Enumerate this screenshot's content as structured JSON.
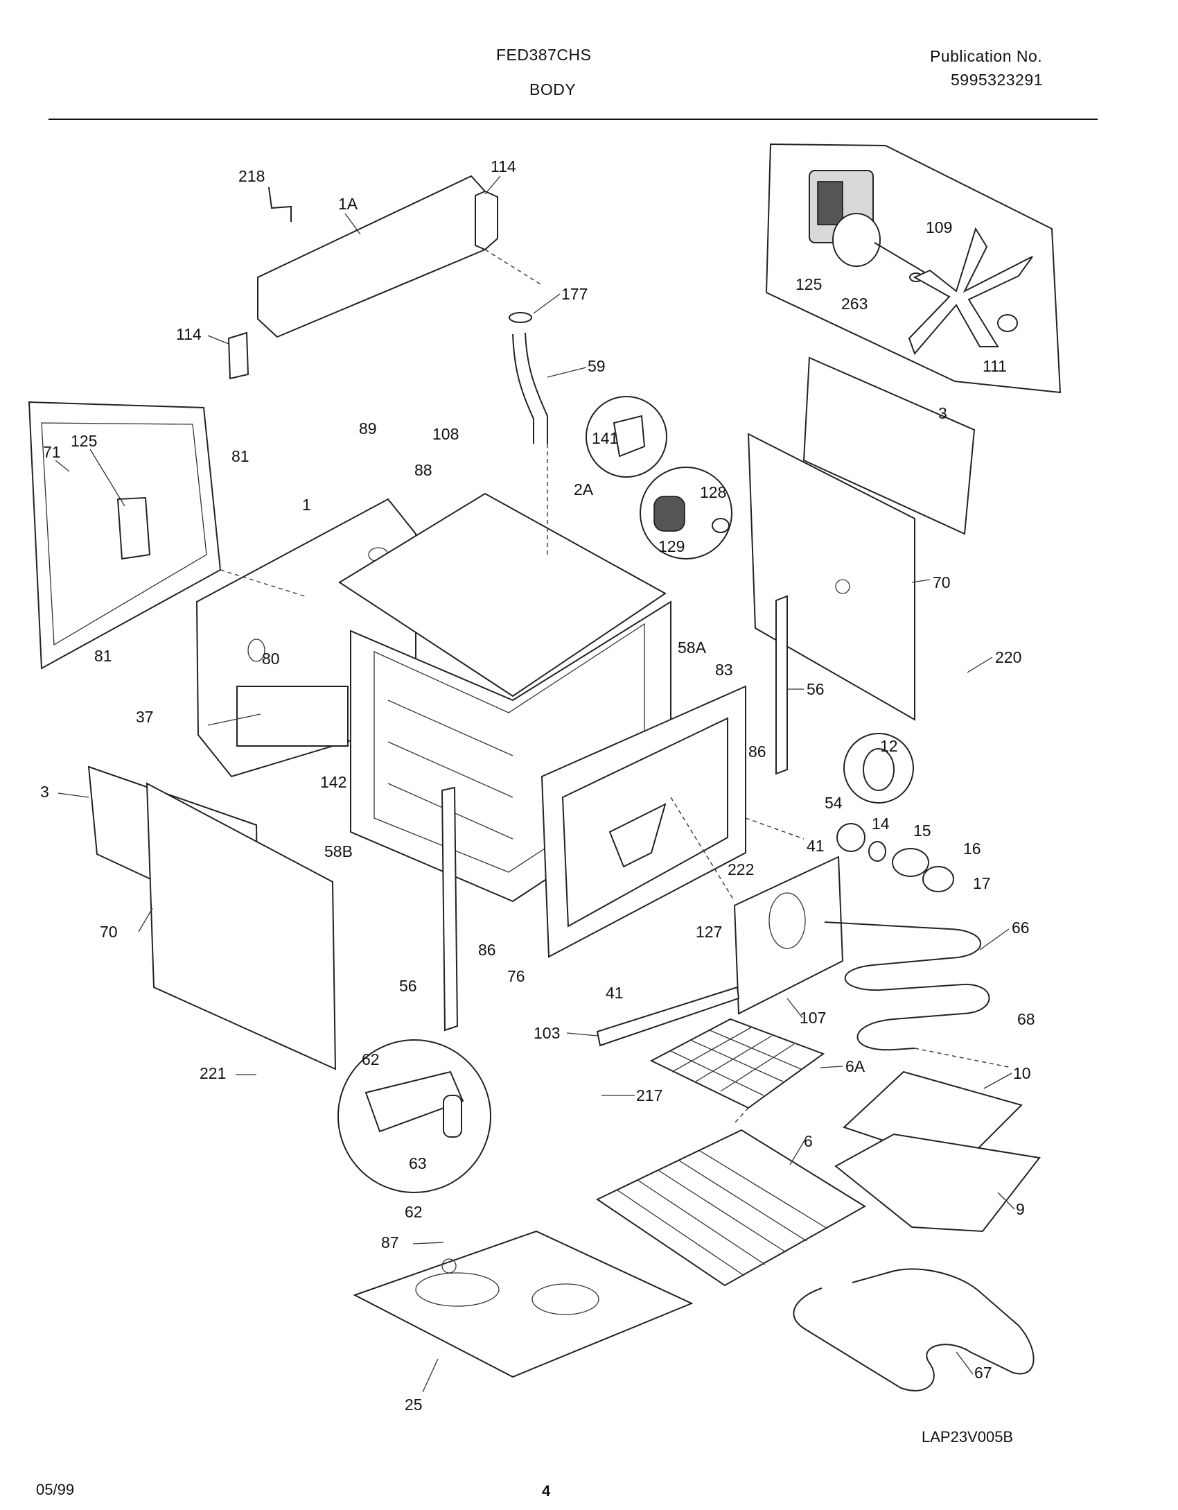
{
  "header": {
    "model": "FED387CHS",
    "section": "BODY",
    "publication_label": "Publication No.",
    "publication_number": "5995323291"
  },
  "diagram": {
    "callouts": [
      "218",
      "1A",
      "114",
      "114",
      "177",
      "59",
      "125",
      "109",
      "263",
      "111",
      "71",
      "125",
      "81",
      "89",
      "108",
      "141",
      "3",
      "1",
      "88",
      "2A",
      "128",
      "129",
      "70",
      "81",
      "80",
      "58A",
      "83",
      "220",
      "37",
      "56",
      "142",
      "86",
      "12",
      "3",
      "54",
      "14",
      "15",
      "16",
      "58B",
      "41",
      "222",
      "17",
      "70",
      "86",
      "127",
      "66",
      "76",
      "56",
      "41",
      "107",
      "103",
      "68",
      "62",
      "221",
      "6A",
      "10",
      "217",
      "63",
      "6",
      "62",
      "9",
      "87",
      "67",
      "25"
    ]
  },
  "footer": {
    "drawing_code": "LAP23V005B",
    "date": "05/99",
    "page": "4"
  }
}
